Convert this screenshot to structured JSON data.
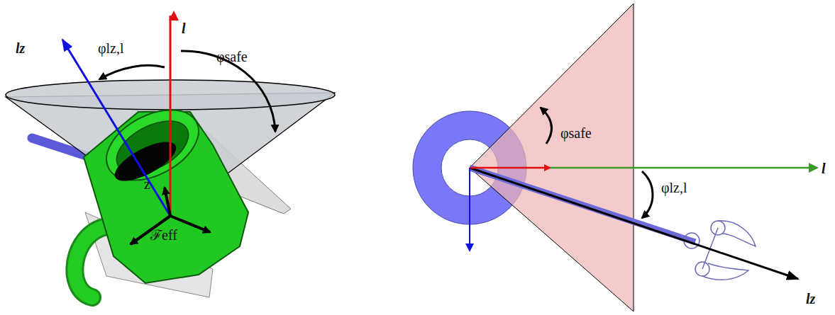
{
  "diagram": {
    "labels": [
      "lz",
      "φlz,l",
      "l",
      "φsafe",
      "z",
      "ℱeff",
      "φsafe",
      "l",
      "φlz,l",
      "lz"
    ]
  }
}
